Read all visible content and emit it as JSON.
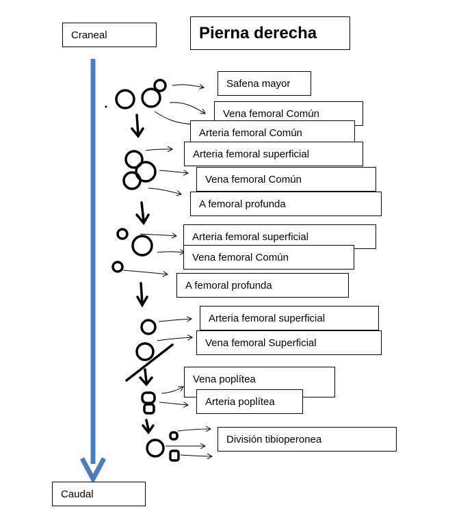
{
  "title": "Pierna derecha",
  "axis": {
    "top_label": "Craneal",
    "bottom_label": "Caudal",
    "color": "#4a7dbf"
  },
  "levels": [
    {
      "labels": [
        "Safena mayor",
        "Vena femoral Común",
        "Arteria femoral Común"
      ]
    },
    {
      "labels": [
        "Arteria femoral superficial",
        "Vena femoral Común",
        "A femoral profunda"
      ]
    },
    {
      "labels": [
        "Arteria femoral superficial",
        "Vena femoral Común",
        "A femoral profunda"
      ]
    },
    {
      "labels": [
        "Arteria femoral superficial",
        "Vena femoral Superficial"
      ]
    },
    {
      "labels": [
        "Vena poplítea",
        "Arteria poplítea"
      ]
    },
    {
      "labels": [
        "División tibioperonea"
      ]
    }
  ]
}
